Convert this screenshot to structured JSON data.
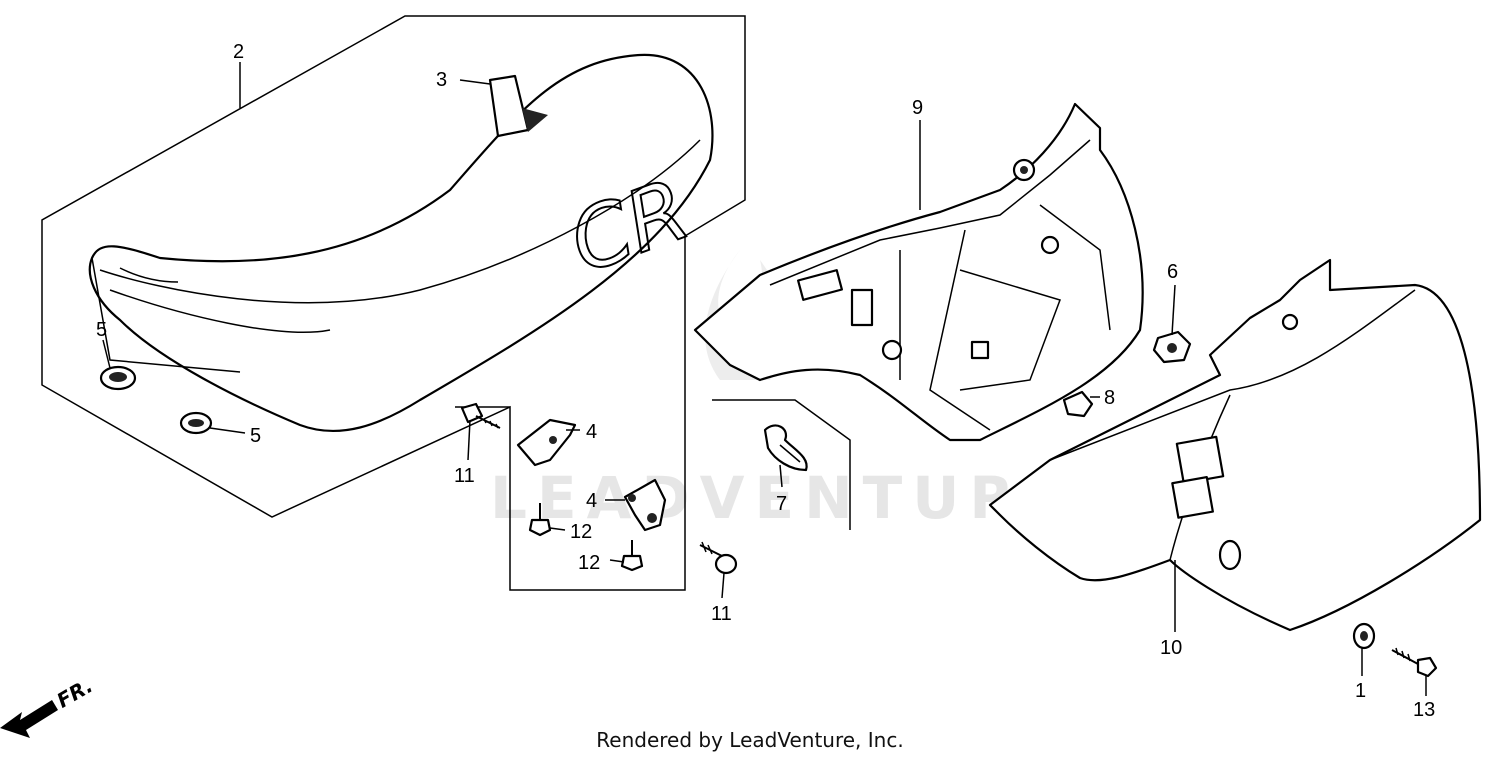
{
  "footer": "Rendered by LeadVenture, Inc.",
  "watermark": "LEADVENTURE",
  "seat_logo": "CR",
  "front_arrow": "FR.",
  "callouts": {
    "c1": "1",
    "c2": "2",
    "c3": "3",
    "c4a": "4",
    "c4b": "4",
    "c5a": "5",
    "c5b": "5",
    "c6": "6",
    "c7": "7",
    "c8": "8",
    "c9": "9",
    "c10": "10",
    "c11a": "11",
    "c11b": "11",
    "c12a": "12",
    "c12b": "12",
    "c13": "13"
  }
}
